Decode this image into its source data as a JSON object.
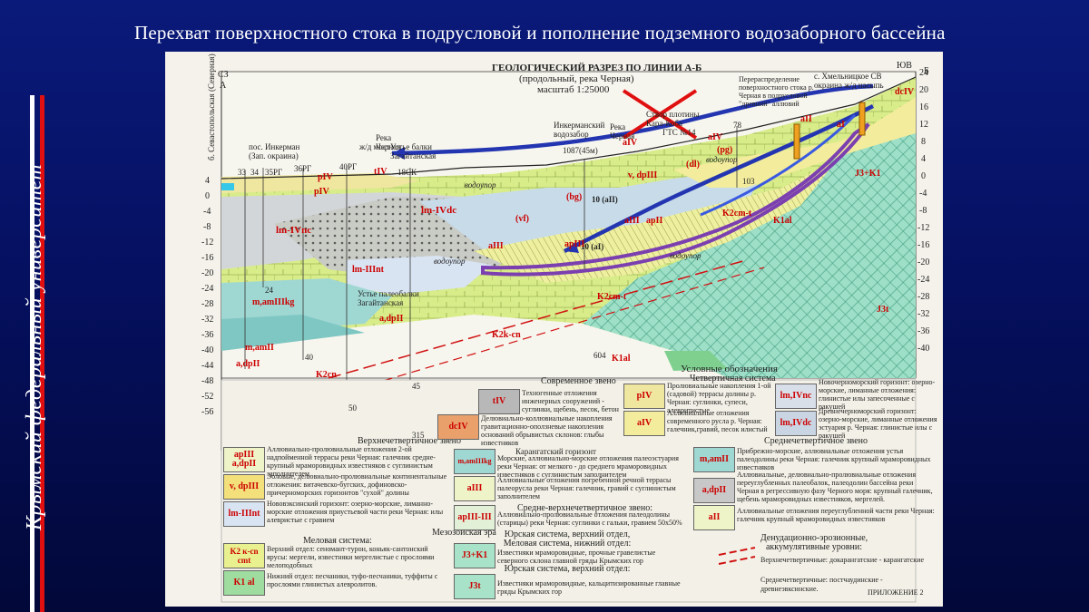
{
  "slide": {
    "title": "Перехват поверхностного стока в подрусловой и пополнение подземного водозаборного бассейна",
    "side_text": "Крымский федеральный университет",
    "colors": {
      "background": "#051060",
      "accent_red": "#e01010",
      "accent_white": "#ffffff"
    }
  },
  "section": {
    "title": "ГЕОЛОГИЧЕСКИЙ РАЗРЕЗ ПО ЛИНИИ А-Б",
    "subtitle": "(продольный, река Черная)",
    "scale": "масштаб 1:25000",
    "left_dir": "СЗ",
    "left_letter": "А",
    "right_dir": "ЮВ",
    "right_letter": "Б",
    "left_ticks": [
      "4",
      "0",
      "-4",
      "-8",
      "-12",
      "-16",
      "-20",
      "-24",
      "-28",
      "-32",
      "-36",
      "-40",
      "-44",
      "-48",
      "-52",
      "-56"
    ],
    "right_ticks": [
      "24",
      "20",
      "16",
      "12",
      "8",
      "4",
      "0",
      "-4",
      "-8",
      "-12",
      "-16",
      "-20",
      "-24",
      "-28",
      "-32",
      "-36",
      "-40"
    ],
    "place_labels": {
      "bay": "б. Севастопольская (Северная)",
      "inkerman_west": "пос. Инкерман (Зап. окраина)",
      "rail_bridge": "ж/д мост",
      "river_chernaya_1": "Река Черная",
      "zagaitan_mouth": "Устье балки Загайтанская",
      "inkerman_intake": "Инкерманский водозабор",
      "river_chernaya_2": "Река Черная",
      "stvor": "Створ плотины Кара-Коба",
      "gts": "ГТС №14",
      "khmelnitskoe": "с. Хмельницкое СВ окраина ж/д насыпь",
      "redistribution": "Перераспределение поверхностного стока р. Черная в подрусловой \"древний\" аллювий",
      "paleo_mouth": "Устье палеобалки Загайтанская"
    },
    "wells": [
      "33",
      "34",
      "35РГ",
      "36РГ",
      "40РГ",
      "18СК",
      "1087(45м)",
      "78",
      "103",
      "604",
      "315"
    ],
    "depth_labels": [
      "24",
      "40",
      "50",
      "45",
      "10 (аII)",
      "10 (аI)"
    ],
    "water_labels": [
      "водоупор",
      "водоупор",
      "водоупор",
      "водоупор"
    ],
    "unit_labels": [
      "pIV",
      "pIV",
      "lm-IVnc",
      "lm-IVdc",
      "lm-IIInt",
      "m,amIIIkg",
      "m,amII",
      "a,dpII",
      "a,dpII",
      "K2cn",
      "K2k-cn",
      "K2cm-t",
      "K2cm-t",
      "K1al",
      "K1al",
      "aIV",
      "aIV",
      "aIII",
      "aIII",
      "v, dpIII",
      "apIII",
      "apII",
      "(bg)",
      "(vf)",
      "(pg)",
      "(dl)",
      "J3t",
      "J3+K1",
      "tIV",
      "dcIV",
      "aII",
      "aI"
    ]
  },
  "legend": {
    "heading": "Условные обозначения",
    "quaternary": "Четвертичная система",
    "modern": "Современное звено",
    "upper": "Верхнечетвертичное звено",
    "middle": "Среднечетвертичное звено",
    "mid_upper": "Средне-верхнечетвертичное звено:",
    "karangat": "Карангатский горизонт",
    "mesozoic": "Мезозойская эра",
    "cretaceous": "Меловая система:",
    "jurassic_up": "Юрская система, верхний отдел, Меловая система, нижний отдел:",
    "jurassic": "Юрская система, верхний отдел:",
    "denudation": "Денудационно-эрозионные, аккумулятивные уровни:",
    "annex": "ПРИЛОЖЕНИЕ 2",
    "items": [
      {
        "code": "tIV",
        "text": "Техногенные отложения инженерных сооружений - суглинки, щебень, песок, бетон",
        "color": "#b8b8b8"
      },
      {
        "code": "dcIV",
        "text": "Делювиально-коллювиальные накопления гравитационно-оползневые накопления оснований обрывистых склонов: глыбы известняков",
        "color": "#e9a06a"
      },
      {
        "code": "pIV",
        "text": "Пролювиальные накопления 1-ой (садовой) террасы долины р. Черная: суглинки, супеси, алевритистые",
        "color": "#efe6a0"
      },
      {
        "code": "aIV",
        "text": "Аллювиальные отложения современного русла р. Черная: галечник,гравий, песок илистый",
        "color": "#f3ec9c"
      },
      {
        "code": "lm,IVnc",
        "text": "Новочерноморский горизонт: озерно-морские, лиманные отложения: глинистые илы запесоченные с ракушей",
        "color": "#d9dfe8"
      },
      {
        "code": "lm,IVdc",
        "text": "Древнечерноморский горизонт: озерно-морские, лиманные отложения эстуария р. Черная: глинистые илы с ракушей",
        "color": "#c9d5e2"
      },
      {
        "code": "apIII a,dpII",
        "text": "Аллювиально-пролювиальные отложения 2-ой надпойменной террасы реки Черная: галечник средне-крупный мраморовидных известняков с суглинистым заполнителем",
        "color": "#eef3c8"
      },
      {
        "code": "m,amIIIkg",
        "text": "Морские, аллювиально-морские отложения палеоэстуария реки Черная: от мелкого - до среднего мраморовидных известняков с суглинистым заполнителем",
        "color": "#9fd7d3"
      },
      {
        "code": "aIII",
        "text": "Аллювиальные отложения погребенной речной террасы палеорусла реки Черная: галечник, гравий с суглинистым заполнителем",
        "color": "#eef3c8"
      },
      {
        "code": "v, dpIII",
        "text": "Эоловые, делювиально-пролювиальные континентальные отложения: витачевско-бугских, дофиновско-причерноморских горизонтов \"сухой\" долины",
        "color": "#f3e07a"
      },
      {
        "code": "apIII-III",
        "text": "Аллювиально-пролювиальные отложения палеодолины (старицы) реки Черная: суглинки с гальки, гравием 50х50%",
        "color": "#e3f0d8"
      },
      {
        "code": "lm-IIInt",
        "text": "Нововэксинский горизонт: озерно-морские, лиманно-морские отложения приустьевой части реки Черная: илы алевристые с гравием",
        "color": "#d9e4f2"
      },
      {
        "code": "m,amII",
        "text": "Прибрежно-морские, аллювиальные отложения устья палеодолины реки Черная: галечник крупный мраморовидных известняков",
        "color": "#9fd7d3"
      },
      {
        "code": "a,dpII",
        "text": "Аллювиальные, делювиально-пролювиальные отложения переуглубленных палеобалок, палеодолин бассейна реки Черная в регрессивную фазу Черного моря: крупный галечник, щебень мраморовидных известняков, мергелей.",
        "color": "#c8c8c8"
      },
      {
        "code": "aII",
        "text": "Аллювиальные отложения переуглубленной части реки Черная: галечник крупный мраморовидных известняков",
        "color": "#eef3c8"
      },
      {
        "code": "K2 к-сn cmt",
        "text": "Верхний отдел: сеномант-турон, коньяк-сантонский ярусы: мергели, известняки мергелистые с прослоями мелоподобных",
        "color": "#e9f090"
      },
      {
        "code": "K1 al",
        "text": "Нижний отдел: песчаники, туфо-песчаники, туффиты с прослоями глинистых алевролитов.",
        "color": "#9fdc9f"
      },
      {
        "code": "J3+K1",
        "text": "Известняки мраморовидные, прочные гравелистые северного склона главной гряды Крымских гор",
        "color": "#a8e2c8"
      },
      {
        "code": "J3t",
        "text": "Известняки мраморовидные, кальцитизированные главные гряды Крымских гор",
        "color": "#a8e2c8"
      }
    ],
    "levels": [
      {
        "text": "Верхнечетвертичные: докарангатские - карангатские"
      },
      {
        "text": "Среднечетвертичные: постчаудинские - древнеэвксинские."
      }
    ]
  }
}
